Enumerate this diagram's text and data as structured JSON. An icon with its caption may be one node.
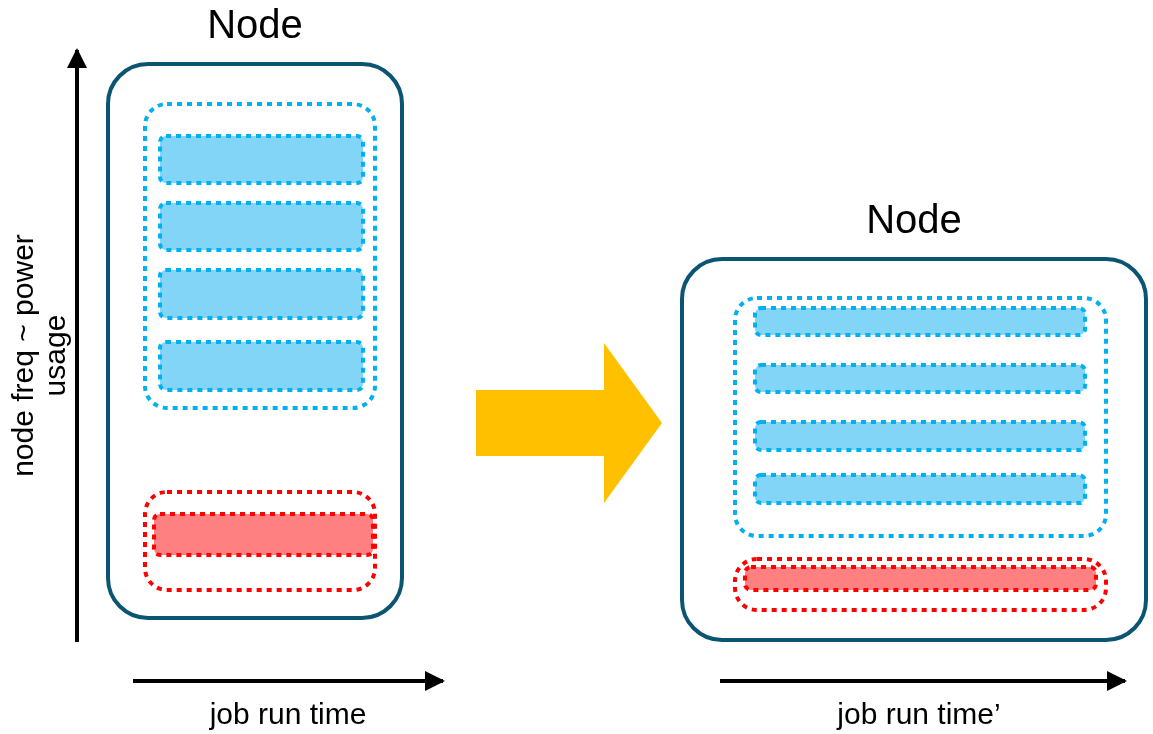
{
  "diagram": {
    "nodes": [
      {
        "text": [
          "Node"
        ]
      },
      {
        "text": [],
        "shape": "box",
        "in": 0
      },
      {
        "text": [],
        "shape": "bar",
        "in": 1
      },
      {
        "text": [],
        "shape": "bar",
        "in": 1
      },
      {
        "text": [],
        "shape": "bar",
        "in": 1
      },
      {
        "text": [],
        "shape": "bar",
        "in": 1
      },
      {
        "text": [],
        "shape": "box",
        "in": 0
      },
      {
        "text": [],
        "shape": "bar",
        "in": 6
      },
      {
        "text": [
          "Node"
        ]
      },
      {
        "text": [],
        "shape": "box",
        "in": 8
      },
      {
        "text": [],
        "shape": "bar",
        "in": 9
      },
      {
        "text": [],
        "shape": "bar",
        "in": 9
      },
      {
        "text": [],
        "shape": "bar",
        "in": 9
      },
      {
        "text": [],
        "shape": "bar",
        "in": 9
      },
      {
        "text": [],
        "shape": "box",
        "in": 8
      },
      {
        "text": [],
        "shape": "bar",
        "in": 14
      }
    ],
    "edges": [
      {
        "from": 0,
        "to": 8,
        "arrow": "to",
        "style": "thick",
        "color": "#ffc000"
      }
    ],
    "labels": [
      "node freq ~ power usage",
      "job run time",
      "job run time’"
    ]
  }
}
